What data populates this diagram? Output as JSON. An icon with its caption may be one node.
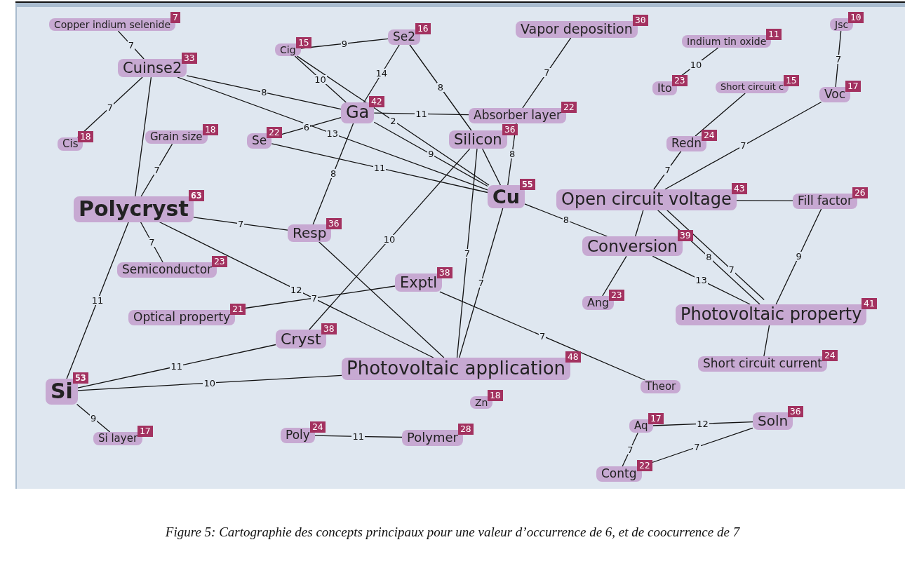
{
  "diagram": {
    "caption": "Figure 5: Cartographie des concepts principaux pour une valeur d’occurrence de 6, et de coocurrence de 7",
    "nodes": [
      {
        "text": [
          "Copper indium selenide",
          "7"
        ]
      },
      {
        "text": [
          "Cuinse2",
          "33"
        ]
      },
      {
        "text": [
          "Cig",
          "15"
        ]
      },
      {
        "text": [
          "Se2",
          "16"
        ]
      },
      {
        "text": [
          "Vapor deposition",
          "30"
        ]
      },
      {
        "text": [
          "Indium tin oxide",
          "11"
        ]
      },
      {
        "text": [
          "Jsc",
          "10"
        ]
      },
      {
        "text": [
          "Ito",
          "23"
        ]
      },
      {
        "text": [
          "Short circuit c",
          "15"
        ]
      },
      {
        "text": [
          "Voc",
          "17"
        ]
      },
      {
        "text": [
          "Cis",
          "18"
        ]
      },
      {
        "text": [
          "Grain size",
          "18"
        ]
      },
      {
        "text": [
          "Se",
          "22"
        ]
      },
      {
        "text": [
          "Ga",
          "42"
        ]
      },
      {
        "text": [
          "Absorber layer",
          "22"
        ]
      },
      {
        "text": [
          "Silicon",
          "36"
        ]
      },
      {
        "text": [
          "Redn",
          "24"
        ]
      },
      {
        "text": [
          "Polycryst",
          "63"
        ]
      },
      {
        "text": [
          "Cu",
          "55"
        ]
      },
      {
        "text": [
          "Open circuit voltage",
          "43"
        ]
      },
      {
        "text": [
          "Fill factor",
          "26"
        ]
      },
      {
        "text": [
          "Resp",
          "36"
        ]
      },
      {
        "text": [
          "Conversion",
          "39"
        ]
      },
      {
        "text": [
          "Semiconductor",
          "23"
        ]
      },
      {
        "text": [
          "Exptl",
          "38"
        ]
      },
      {
        "text": [
          "Optical property",
          "21"
        ]
      },
      {
        "text": [
          "Ang",
          "23"
        ]
      },
      {
        "text": [
          "Photovoltaic property",
          "41"
        ]
      },
      {
        "text": [
          "Cryst",
          "38"
        ]
      },
      {
        "text": [
          "Si",
          "53"
        ]
      },
      {
        "text": [
          "Photovoltaic application",
          "48"
        ]
      },
      {
        "text": [
          "Short circuit current",
          "24"
        ]
      },
      {
        "text": [
          "Theor"
        ]
      },
      {
        "text": [
          "Zn",
          "18"
        ]
      },
      {
        "text": [
          "Aq",
          "17"
        ]
      },
      {
        "text": [
          "Soln",
          "36"
        ]
      },
      {
        "text": [
          "Poly",
          "24"
        ]
      },
      {
        "text": [
          "Polymer",
          "28"
        ]
      },
      {
        "text": [
          "Si layer",
          "17"
        ]
      },
      {
        "text": [
          "Contg",
          "22"
        ]
      }
    ],
    "edges": [
      {
        "from": 0,
        "to": 1,
        "arrow": "none",
        "label": "7"
      },
      {
        "from": 10,
        "to": 1,
        "arrow": "none",
        "label": "7"
      },
      {
        "from": 1,
        "to": 17,
        "arrow": "none"
      },
      {
        "from": 1,
        "to": 13,
        "arrow": "none",
        "label": "8"
      },
      {
        "from": 1,
        "to": 18,
        "arrow": "none",
        "label": "13"
      },
      {
        "from": 11,
        "to": 17,
        "arrow": "none",
        "label": "7"
      },
      {
        "from": 12,
        "to": 18,
        "arrow": "none",
        "label": "11"
      },
      {
        "from": 12,
        "to": 13,
        "arrow": "none",
        "label": "6"
      },
      {
        "from": 2,
        "to": 3,
        "arrow": "none",
        "label": "9"
      },
      {
        "from": 2,
        "to": 13,
        "arrow": "none",
        "label": "10"
      },
      {
        "from": 2,
        "to": 18,
        "arrow": "none",
        "label": "2"
      },
      {
        "from": 3,
        "to": 13,
        "arrow": "none",
        "label": "14"
      },
      {
        "from": 3,
        "to": 15,
        "arrow": "none",
        "label": "8"
      },
      {
        "from": 13,
        "to": 14,
        "arrow": "none",
        "label": "11"
      },
      {
        "from": 13,
        "to": 18,
        "arrow": "none",
        "label": "9"
      },
      {
        "from": 13,
        "to": 21,
        "arrow": "none",
        "label": "8"
      },
      {
        "from": 14,
        "to": 4,
        "arrow": "none",
        "label": "7"
      },
      {
        "from": 14,
        "to": 18,
        "arrow": "none",
        "label": "8"
      },
      {
        "from": 15,
        "to": 18,
        "arrow": "none"
      },
      {
        "from": 15,
        "to": 28,
        "arrow": "none",
        "label": "10"
      },
      {
        "from": 15,
        "to": 30,
        "arrow": "none",
        "label": "7"
      },
      {
        "from": 18,
        "to": 30,
        "arrow": "none",
        "label": "7"
      },
      {
        "from": 18,
        "to": 22,
        "arrow": "none",
        "label": "8"
      },
      {
        "from": 17,
        "to": 21,
        "arrow": "none",
        "label": "7"
      },
      {
        "from": 17,
        "to": 23,
        "arrow": "none",
        "label": "7"
      },
      {
        "from": 17,
        "to": 29,
        "arrow": "none",
        "label": "11"
      },
      {
        "from": 17,
        "to": 30,
        "arrow": "none",
        "label": "12"
      },
      {
        "from": 21,
        "to": 30,
        "arrow": "none"
      },
      {
        "from": 25,
        "to": 24,
        "arrow": "none",
        "label": "7"
      },
      {
        "from": 24,
        "to": 32,
        "arrow": "none",
        "label": "7"
      },
      {
        "from": 28,
        "to": 29,
        "arrow": "none",
        "label": "11"
      },
      {
        "from": 29,
        "to": 30,
        "arrow": "none",
        "label": "10"
      },
      {
        "from": 29,
        "to": 38,
        "arrow": "none",
        "label": "9"
      },
      {
        "from": 36,
        "to": 37,
        "arrow": "none",
        "label": "11"
      },
      {
        "from": 7,
        "to": 5,
        "arrow": "none",
        "label": "10"
      },
      {
        "from": 6,
        "to": 9,
        "arrow": "none",
        "label": "7"
      },
      {
        "from": 8,
        "to": 16,
        "arrow": "none"
      },
      {
        "from": 16,
        "to": 19,
        "arrow": "none",
        "label": "7"
      },
      {
        "from": 9,
        "to": 19,
        "arrow": "none",
        "label": "7"
      },
      {
        "from": 19,
        "to": 20,
        "arrow": "none"
      },
      {
        "from": 19,
        "to": 22,
        "arrow": "none"
      },
      {
        "from": 19,
        "to": 27,
        "arrow": "none",
        "label": "8"
      },
      {
        "from": 22,
        "to": 26,
        "arrow": "none"
      },
      {
        "from": 22,
        "to": 27,
        "arrow": "none",
        "label": "13"
      },
      {
        "from": 19,
        "to": 27,
        "arrow": "none",
        "label": "7"
      },
      {
        "from": 20,
        "to": 27,
        "arrow": "none",
        "label": "9"
      },
      {
        "from": 27,
        "to": 31,
        "arrow": "none"
      },
      {
        "from": 34,
        "to": 35,
        "arrow": "none",
        "label": "12"
      },
      {
        "from": 39,
        "to": 34,
        "arrow": "none",
        "label": "7"
      },
      {
        "from": 39,
        "to": 35,
        "arrow": "none",
        "label": "7"
      }
    ]
  }
}
